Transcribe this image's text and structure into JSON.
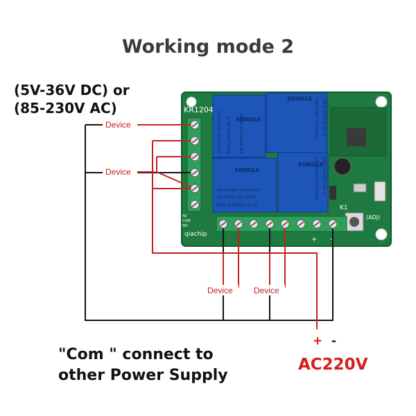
{
  "title": "Working mode 2",
  "supply_range": {
    "dc": "(5V-36V DC) or",
    "ac": "(85-230V AC)"
  },
  "device_labels": [
    "Device",
    "Device",
    "Device",
    "Device"
  ],
  "board": {
    "model": "KR1204",
    "relay_brand": "SONGLE",
    "relay_model": "SRD-12VDC-SL-C",
    "relay_rating_1": "10A 250VAC  10A 125VAC",
    "relay_rating_2": "10A 30VDC  10A 28VDC",
    "brand_mark": "qiachip",
    "adj_label": "(ADJ)",
    "k1_label": "K1",
    "nc_label": "NC",
    "com_label": "COM",
    "no_label": "NO",
    "term_plus": "+",
    "term_minus": "-"
  },
  "polarity": {
    "plus": "+",
    "minus": "-"
  },
  "ac_label": "AC220V",
  "com_note": {
    "line1": "\"Com \" connect to",
    "line2": "other Power Supply"
  },
  "colors": {
    "wire_red": "#c42020",
    "wire_black": "#111111",
    "board_green": "#1e7a40",
    "relay_blue": "#1d56b8",
    "terminal_green": "#2ea05a"
  }
}
